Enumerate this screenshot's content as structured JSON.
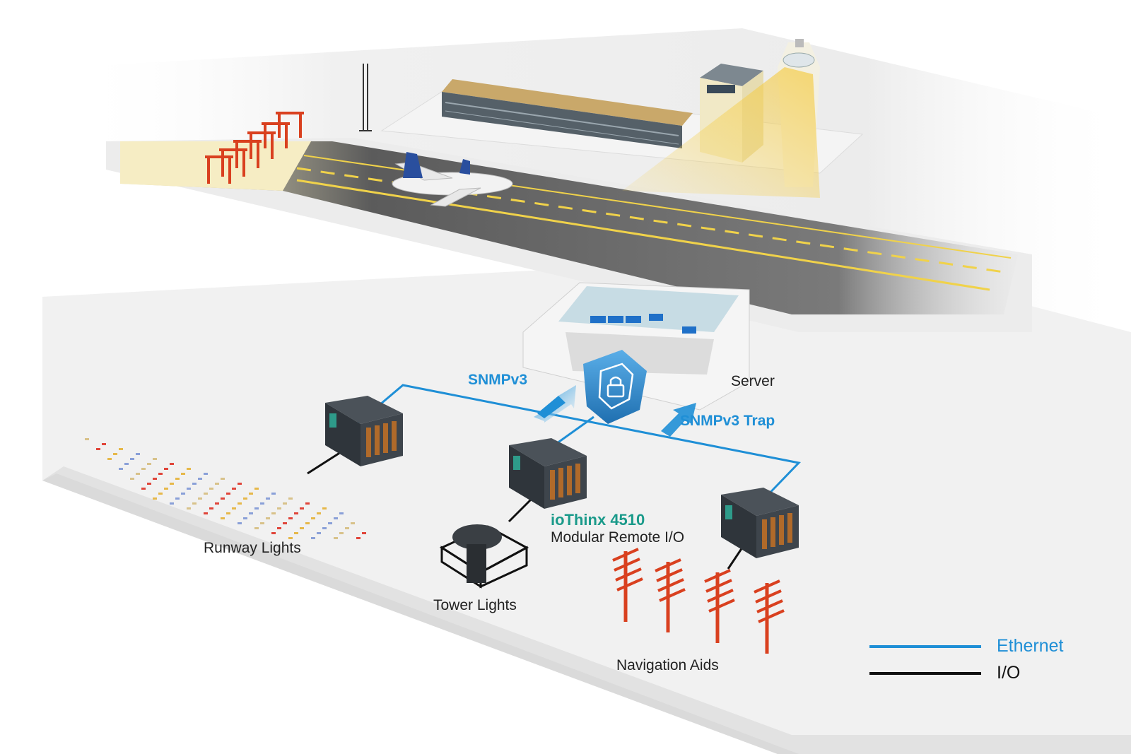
{
  "labels": {
    "snmp_v3": "SNMPv3",
    "server": "Server",
    "snmp_trap": "SNMPv3 Trap",
    "product_name": "ioThinx 4510",
    "product_desc": "Modular Remote I/O",
    "runway_lights": "Runway Lights",
    "tower_lights": "Tower Lights",
    "navigation_aids": "Navigation Aids"
  },
  "legend": {
    "items": [
      {
        "label": "Ethernet",
        "color": "#1f8fd6"
      },
      {
        "label": "I/O",
        "color": "#111111"
      }
    ]
  },
  "colors": {
    "ethernet": "#1f8fd6",
    "io": "#111111",
    "accent_teal": "#1a9a8a",
    "beam": "#f5d35a",
    "nav_red": "#d9401f",
    "shield": "#2e86c8"
  },
  "icons": {
    "shield": "lock-shield-icon",
    "arrow_down": "arrow-down-left-icon",
    "arrow_up": "arrow-up-right-icon"
  }
}
